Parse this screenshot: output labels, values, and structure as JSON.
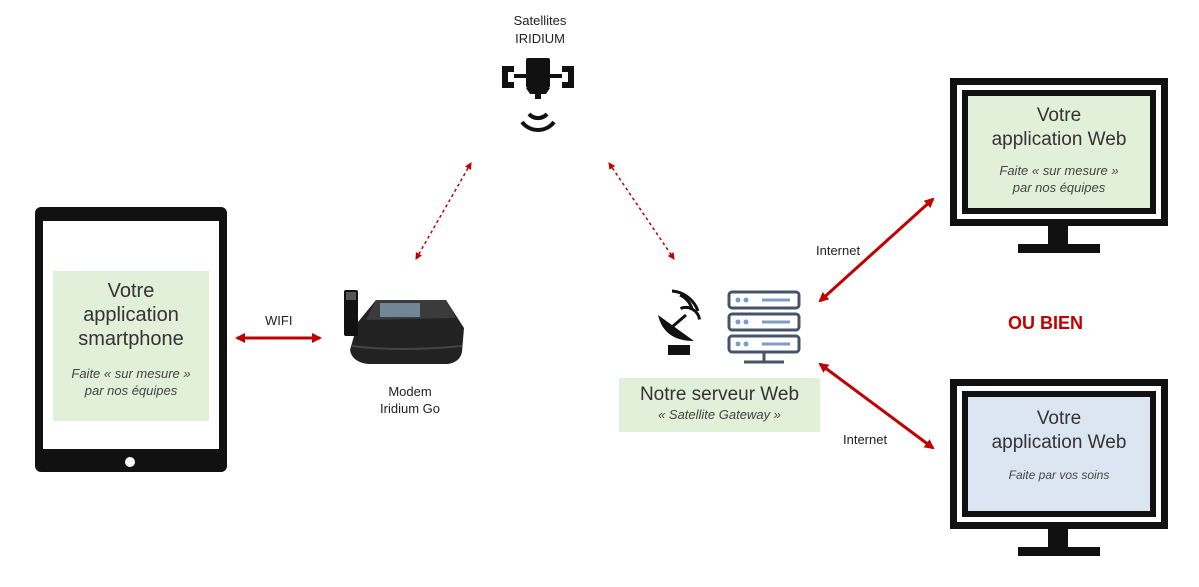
{
  "satellite": {
    "line1": "Satellites",
    "line2": "IRIDIUM"
  },
  "tablet_app": {
    "line1": "Votre",
    "line2": "application",
    "line3": "smartphone",
    "note1": "Faite  « sur mesure »",
    "note2": "par nos équipes"
  },
  "wifi_label": "WIFI",
  "modem": {
    "line1": "Modem",
    "line2": "Iridium Go"
  },
  "server": {
    "title": "Notre serveur Web",
    "subtitle": "« Satellite Gateway »"
  },
  "internet_top": "Internet",
  "internet_bottom": "Internet",
  "or_label": "OU BIEN",
  "web_app_top": {
    "line1": "Votre",
    "line2": "application Web",
    "note1": "Faite  « sur mesure »",
    "note2": "par nos équipes"
  },
  "web_app_bottom": {
    "line1": "Votre",
    "line2": "application Web",
    "note1": "Faite par vos soins"
  },
  "colors": {
    "arrow_red": "#c00000",
    "green_panel": "#e2efd9",
    "blue_panel": "#dce6f2",
    "server_icon": "#44546a"
  }
}
